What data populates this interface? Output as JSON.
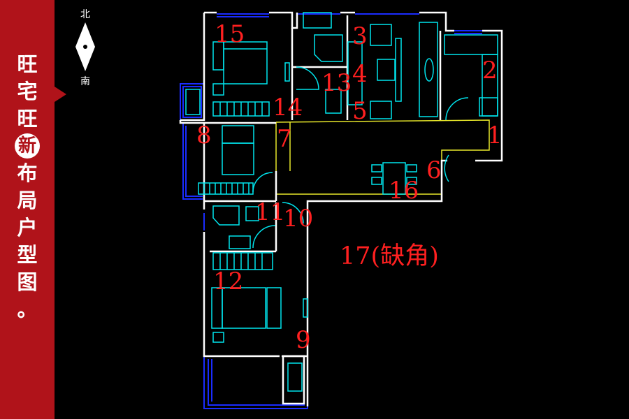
{
  "banner": {
    "chars": [
      "旺",
      "宅",
      "旺",
      "新",
      "布",
      "局",
      "户",
      "型",
      "图",
      "。"
    ],
    "highlight_index": 3
  },
  "compass": {
    "north": "北",
    "south": "南"
  },
  "rooms": [
    {
      "label": "1"
    },
    {
      "label": "2"
    },
    {
      "label": "3"
    },
    {
      "label": "4"
    },
    {
      "label": "5"
    },
    {
      "label": "6"
    },
    {
      "label": "7"
    },
    {
      "label": "8"
    },
    {
      "label": "9"
    },
    {
      "label": "10"
    },
    {
      "label": "11"
    },
    {
      "label": "12"
    },
    {
      "label": "13"
    },
    {
      "label": "14"
    },
    {
      "label": "15"
    },
    {
      "label": "16"
    }
  ],
  "missing_corner": {
    "label": "17(缺角)"
  },
  "colors": {
    "banner": "#b0131a",
    "wall": "#ffffff",
    "furniture": "#00e5ee",
    "window": "#1a2cff",
    "corridor": "#e8e82a",
    "room_label": "#ff2020"
  }
}
